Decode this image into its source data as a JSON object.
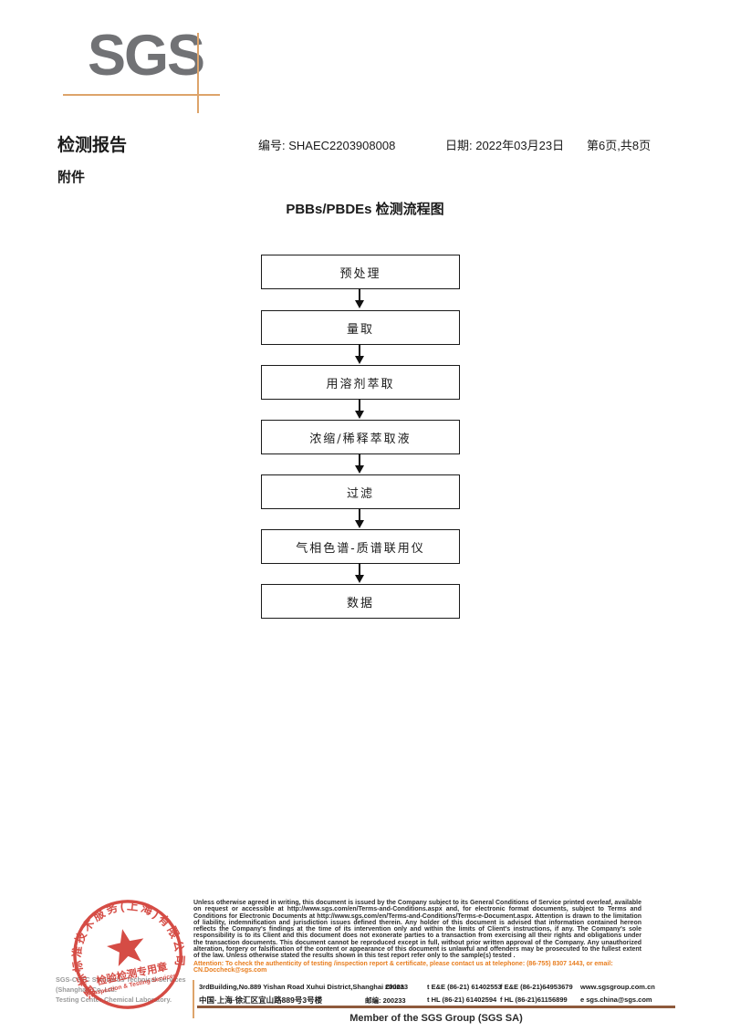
{
  "logo": {
    "text": "SGS",
    "text_color": "#717275",
    "line_color": "#dda46b"
  },
  "header": {
    "report_title": "检测报告",
    "report_no": "编号: SHAEC2203908008",
    "date": "日期: 2022年03月23日",
    "page": "第6页,共8页",
    "attachment": "附件"
  },
  "flowchart": {
    "title": "PBBs/PBDEs 检测流程图",
    "steps": [
      "预处理",
      "量取",
      "用溶剂萃取",
      "浓缩/稀释萃取液",
      "过滤",
      "气相色谱-质谱联用仪",
      "数据"
    ]
  },
  "stamp": {
    "ring_text": "通标标准技术服务(上海)有限公司",
    "line1": "检验检测专用章",
    "line2": "Inspection & Testing Services",
    "color": "#d0342c"
  },
  "company": {
    "line1": "SGS-CSTC Standards Technical Services (Shanghai) Co.,Ltd.",
    "line2": "Testing Center-Chemical Laboratory."
  },
  "legal": {
    "paragraph": "Unless otherwise agreed in writing, this document is issued by the Company subject to its General Conditions of Service printed overleaf, available on request or accessible at http://www.sgs.com/en/Terms-and-Conditions.aspx and, for electronic format documents, subject to Terms and Conditions for Electronic Documents at http://www.sgs.com/en/Terms-and-Conditions/Terms-e-Document.aspx. Attention is drawn to the limitation of liability, indemnification and jurisdiction issues defined therein. Any holder of this document is advised that information contained hereon reflects the Company's findings at the time of its intervention only and within the limits of Client's instructions, if any. The Company's sole responsibility is to its Client and this document does not exonerate parties to a transaction from exercising all their rights and obligations under the transaction documents. This document cannot be reproduced except in full, without prior written approval of the Company. Any unauthorized alteration, forgery or falsification of the content or appearance of this document is unlawful and offenders may be prosecuted to the fullest extent of the law. Unless otherwise stated the results shown in this test report refer only to the sample(s) tested .",
    "attention": "Attention: To check the authenticity of testing /inspection report & certificate, please contact us at telephone: (86-755) 8307 1443, or email: CN.Doccheck@sgs.com",
    "attention_color": "#e87d1e"
  },
  "footer": {
    "address_en": "3rdBuilding,No.889 Yishan Road Xuhui District,Shanghai China",
    "zip_en": "200233",
    "tel_en": "t E&E (86-21) 61402553",
    "fax_en": "f E&E (86-21)64953679",
    "web": "www.sgsgroup.com.cn",
    "address_cn": "中国·上海·徐汇区宜山路889号3号楼",
    "zip_cn": "邮编: 200233",
    "tel_cn": "t HL (86-21) 61402594",
    "fax_cn": "f HL (86-21)61156899",
    "email": "e sgs.china@sgs.com",
    "member": "Member of the SGS Group (SGS SA)"
  }
}
